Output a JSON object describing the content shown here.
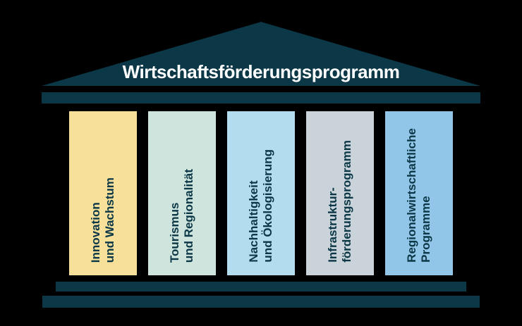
{
  "title": "Wirtschaftsförderungsprogramm",
  "colors": {
    "background": "#000000",
    "structure_teal": "#0b3746",
    "title_text": "#ffffff",
    "pillar_text": "#0b3746"
  },
  "pillars": [
    {
      "line1": "Innovation",
      "line2": "und Wachstum",
      "color": "#f6e09a"
    },
    {
      "line1": "Tourismus",
      "line2": "und Regionalität",
      "color": "#cfe4dc"
    },
    {
      "line1": "Nachhaltigkeit",
      "line2": "und Ökologisierung",
      "color": "#b3dcee"
    },
    {
      "line1": "Infrastruktur-",
      "line2": "förderungsprogramm",
      "color": "#c9d3d9"
    },
    {
      "line1": "Regionalwirtschaftliche",
      "line2": "Programme",
      "color": "#92c6e9"
    }
  ]
}
